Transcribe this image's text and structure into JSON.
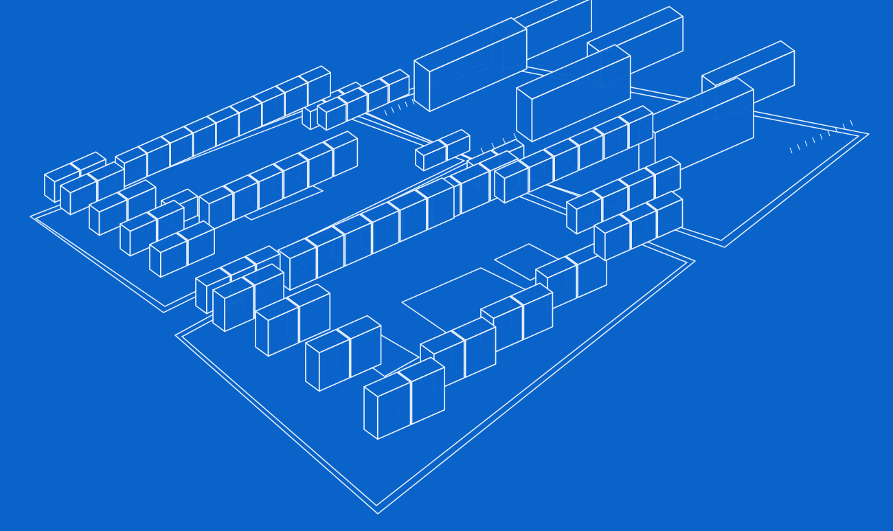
{
  "image": {
    "kind": "blueprint-style isometric line sketch",
    "background_color": "#0a63c9",
    "line_color": "#eef4ff",
    "has_text": false
  },
  "districts": [
    {
      "name": "low-rise-block-left",
      "building_rows": 5
    },
    {
      "name": "low-rise-block-front",
      "building_rows": 6,
      "courtyards": 3
    },
    {
      "name": "tall-block-cluster",
      "tall_buildings": 6
    }
  ]
}
